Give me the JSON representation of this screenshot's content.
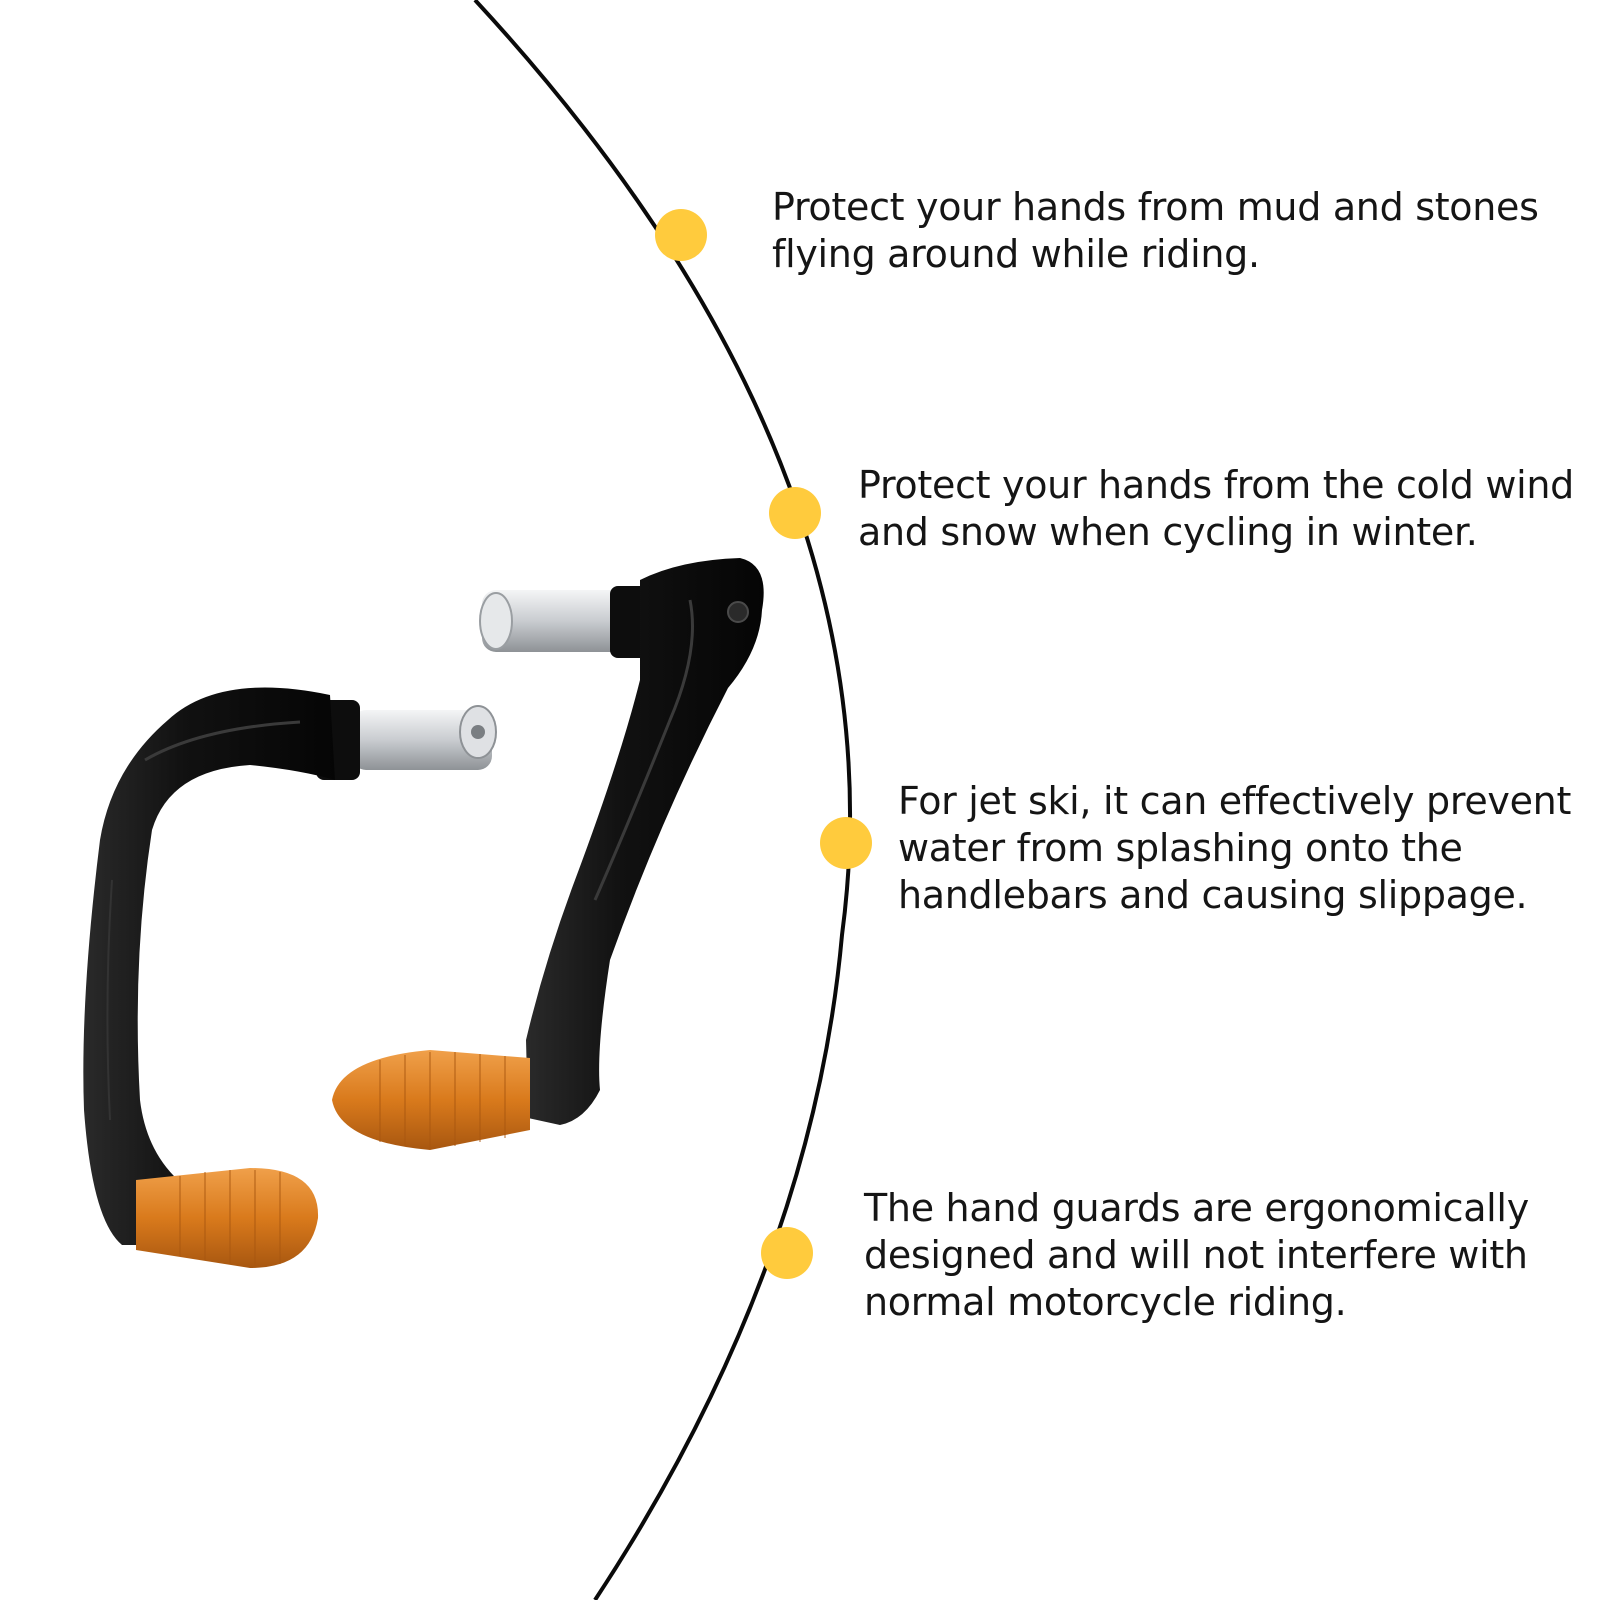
{
  "accent_color": "#FFCB3D",
  "curve_color": "#0a0a0a",
  "product": {
    "name_icon": "motorcycle-hand-guard-pair",
    "guard_color": "#121212",
    "grip_color": "#D97A1C",
    "bar_end_color": "#cfd2d6"
  },
  "features": [
    {
      "lines": [
        "Protect your hands from mud and stones",
        "flying around while riding."
      ]
    },
    {
      "lines": [
        "Protect your hands from the cold wind",
        "and snow when cycling in winter."
      ]
    },
    {
      "lines": [
        "For jet ski, it can effectively prevent",
        "water from splashing onto the",
        "handlebars and causing slippage."
      ]
    },
    {
      "lines": [
        "The hand guards are ergonomically",
        "designed and will not interfere with",
        "normal motorcycle riding."
      ]
    }
  ]
}
